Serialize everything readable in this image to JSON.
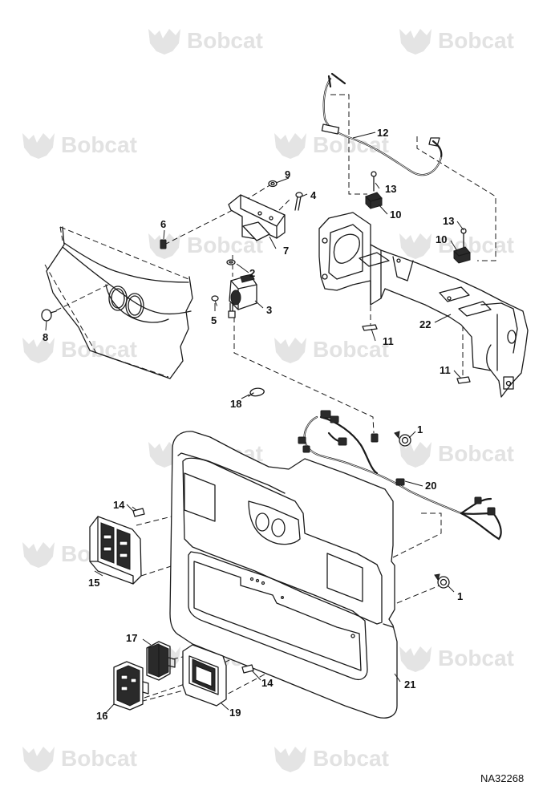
{
  "watermark": {
    "text": "Bobcat"
  },
  "document_number": "NA32268",
  "callouts": [
    {
      "id": "c1a",
      "label": "1"
    },
    {
      "id": "c1b",
      "label": "1"
    },
    {
      "id": "c2",
      "label": "2"
    },
    {
      "id": "c3",
      "label": "3"
    },
    {
      "id": "c4",
      "label": "4"
    },
    {
      "id": "c5",
      "label": "5"
    },
    {
      "id": "c6",
      "label": "6"
    },
    {
      "id": "c7",
      "label": "7"
    },
    {
      "id": "c8",
      "label": "8"
    },
    {
      "id": "c9",
      "label": "9"
    },
    {
      "id": "c10a",
      "label": "10"
    },
    {
      "id": "c10b",
      "label": "10"
    },
    {
      "id": "c11a",
      "label": "11"
    },
    {
      "id": "c11b",
      "label": "11"
    },
    {
      "id": "c12",
      "label": "12"
    },
    {
      "id": "c13a",
      "label": "13"
    },
    {
      "id": "c13b",
      "label": "13"
    },
    {
      "id": "c14a",
      "label": "14"
    },
    {
      "id": "c14b",
      "label": "14"
    },
    {
      "id": "c15",
      "label": "15"
    },
    {
      "id": "c16",
      "label": "16"
    },
    {
      "id": "c17",
      "label": "17"
    },
    {
      "id": "c18",
      "label": "18"
    },
    {
      "id": "c19",
      "label": "19"
    },
    {
      "id": "c20",
      "label": "20"
    },
    {
      "id": "c21",
      "label": "21"
    },
    {
      "id": "c22",
      "label": "22"
    }
  ]
}
